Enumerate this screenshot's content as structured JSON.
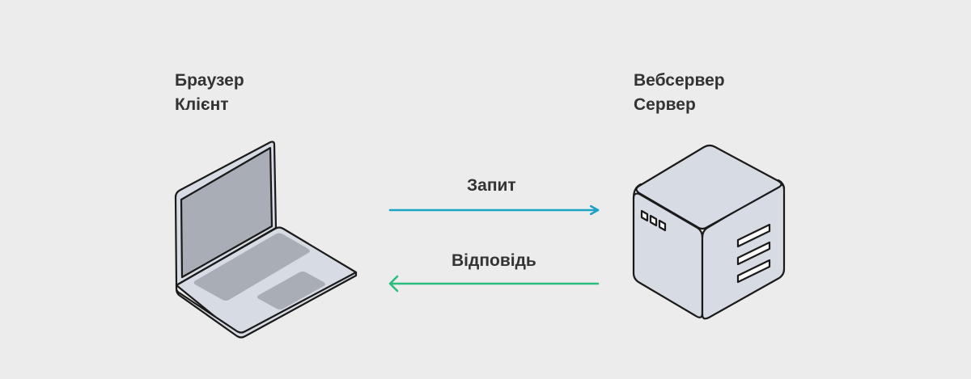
{
  "client": {
    "name": "Браузер",
    "role": "Клієнт",
    "icon": "laptop-icon"
  },
  "server": {
    "name": "Вебсервер",
    "role": "Сервер",
    "icon": "server-icon"
  },
  "request": {
    "label": "Запит",
    "color": "#1ba3c4"
  },
  "response": {
    "label": "Відповідь",
    "color": "#2bbd7e"
  },
  "colors": {
    "background": "#ececec",
    "outline": "#1a1a1a",
    "device_fill": "#d7dbe4",
    "screen_fill": "#a9adb5",
    "text": "#333333"
  }
}
